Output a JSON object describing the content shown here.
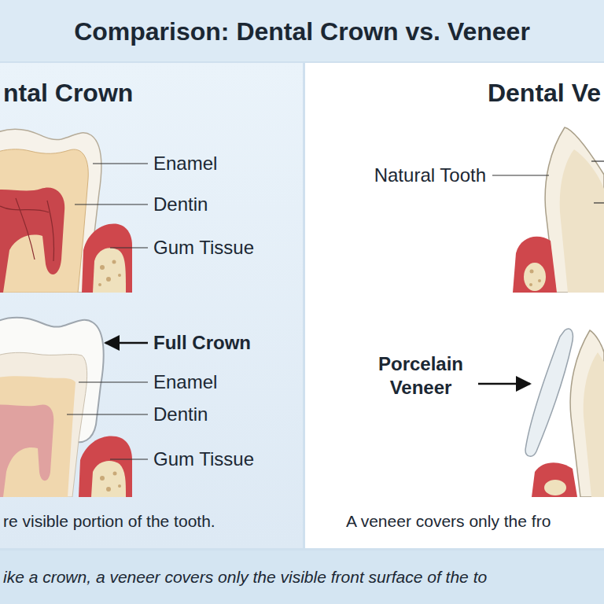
{
  "diagram": {
    "title": "Comparison: Dental Crown vs. Veneer",
    "caption": "ike a crown, a veneer covers only the visible front surface of the to",
    "nodes": [
      {
        "text": [
          "ntal Crown",
          "re visible portion of the tooth."
        ]
      },
      {
        "text": [
          "Dental Ve",
          "A veneer covers only the fro"
        ]
      }
    ],
    "labels": [
      "Enamel",
      "Dentin",
      "Gum Tissue",
      "Full Crown",
      "Enamel",
      "Dentin",
      "Gum Tissue",
      "Natural Tooth",
      "Porcelain Veneer"
    ]
  }
}
